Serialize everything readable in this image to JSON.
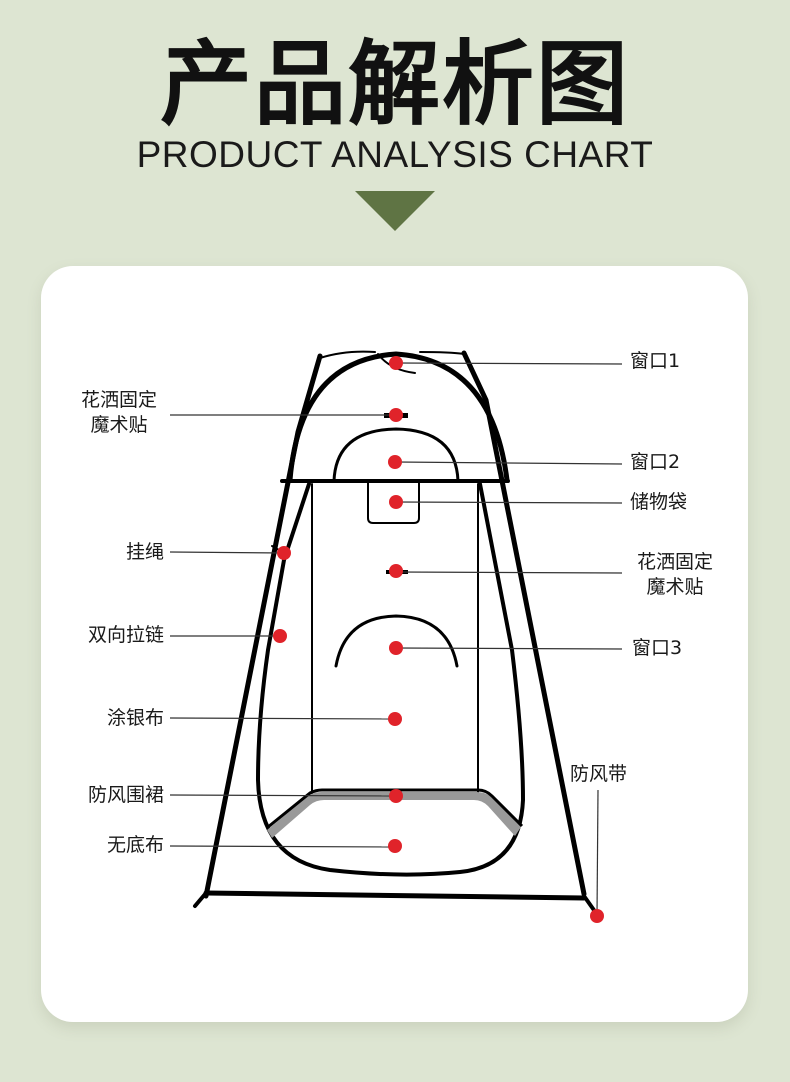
{
  "header": {
    "title_cn": "产品解析图",
    "title_en": "PRODUCT ANALYSIS CHART"
  },
  "colors": {
    "background": "#dde5d2",
    "arrow": "#5f7444",
    "card": "#ffffff",
    "marker": "#e0232a",
    "outline": "#000000",
    "skirt": "#999999"
  },
  "callouts": {
    "left": [
      {
        "id": "shower-velcro-left",
        "line1": "花洒固定",
        "line2": "魔术贴"
      },
      {
        "id": "hanging-rope",
        "line1": "挂绳"
      },
      {
        "id": "two-way-zipper",
        "line1": "双向拉链"
      },
      {
        "id": "silver-coated-cloth",
        "line1": "涂银布"
      },
      {
        "id": "windproof-skirt",
        "line1": "防风围裙"
      },
      {
        "id": "no-floor-cloth",
        "line1": "无底布"
      }
    ],
    "right": [
      {
        "id": "window-1",
        "line1": "窗口1"
      },
      {
        "id": "window-2",
        "line1": "窗口2"
      },
      {
        "id": "storage-bag",
        "line1": "储物袋"
      },
      {
        "id": "shower-velcro-right",
        "line1": "花洒固定",
        "line2": "魔术贴"
      },
      {
        "id": "window-3",
        "line1": "窗口3"
      },
      {
        "id": "windproof-strap",
        "line1": "防风带"
      }
    ]
  }
}
